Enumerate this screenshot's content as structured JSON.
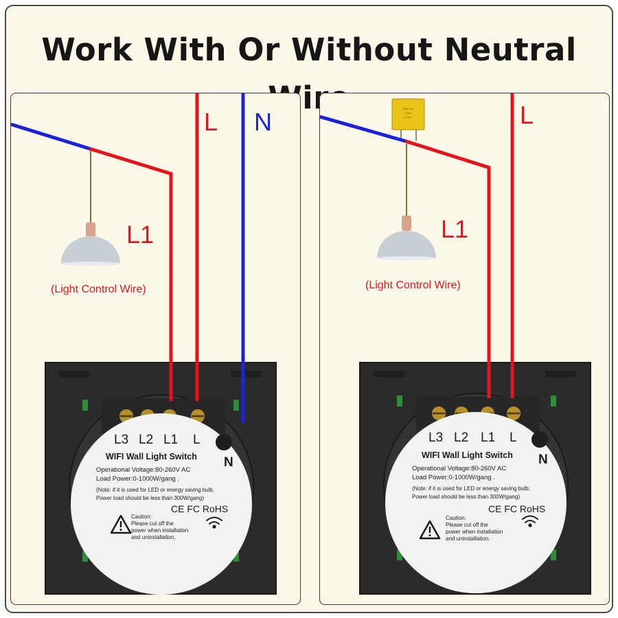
{
  "title": "Work With Or Without Neutral Wire",
  "colors": {
    "live_wire": "#e3141c",
    "neutral_wire": "#1a23d6",
    "background": "#fbf8e9",
    "switch_body": "#2b2b2b"
  },
  "panels": [
    {
      "variant": "with-neutral",
      "wire_labels": {
        "live": "L",
        "neutral": "N",
        "load": "L1"
      },
      "load_note": "(Light Control Wire)",
      "terminals": [
        "L3",
        "L2",
        "L1",
        "L"
      ],
      "neutral_terminal": "N",
      "device": {
        "title": "WIFI Wall Light Switch",
        "specs": [
          "Operational Voltage:80-260V AC",
          "Load Power:0-1000W/gang ."
        ],
        "note": [
          "(Note: if it is used for LED or energy saving bulb,",
          "Power load should be less than 300W/gang)"
        ],
        "caution": [
          "Caution:",
          "Please cut off the",
          "power when installation",
          "and uninstallation."
        ],
        "certifications": "CE FC RoHS",
        "icons": [
          "warning-triangle-icon",
          "wifi-icon"
        ]
      }
    },
    {
      "variant": "without-neutral",
      "wire_labels": {
        "live": "L",
        "load": "L1"
      },
      "load_note": "(Light Control Wire)",
      "terminals": [
        "L3",
        "L2",
        "L1",
        "L"
      ],
      "neutral_terminal": "N",
      "capacitor_text": [
        "MKP X2",
        "275V",
        "0.1µF"
      ],
      "device": {
        "title": "WIFI Wall Light Switch",
        "specs": [
          "Operational Voltage:80-260V AC",
          "Load Power:0-1000W/gang ."
        ],
        "note": [
          "(Note: if it is used for LED or energy saving bulb,",
          "Power load should be less than 300W/gang)"
        ],
        "caution": [
          "Caution:",
          "Please cut off the",
          "power when installation",
          "and uninstallation."
        ],
        "certifications": "CE FC RoHS",
        "icons": [
          "warning-triangle-icon",
          "wifi-icon"
        ]
      }
    }
  ]
}
